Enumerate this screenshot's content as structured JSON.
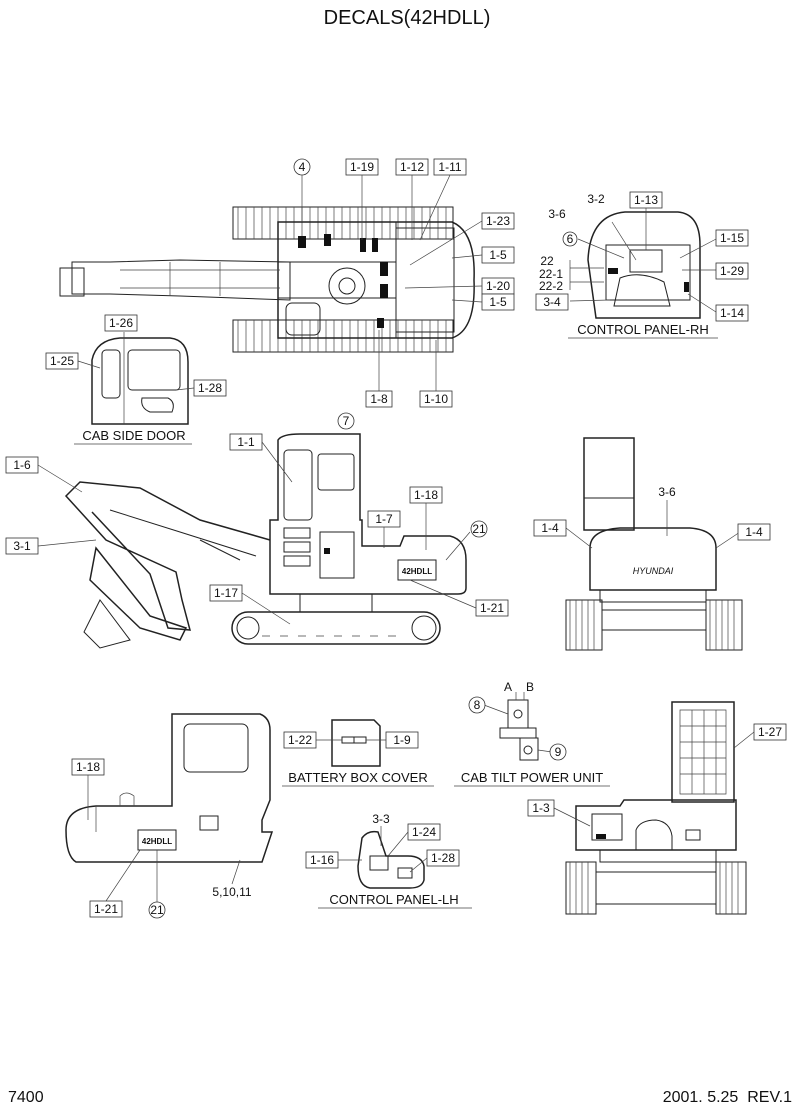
{
  "title": "DECALS(42HDLL)",
  "page_number": "7400",
  "revision": "2001. 5.25  REV.1",
  "captions": {
    "control_panel_rh": "CONTROL PANEL-RH",
    "cab_side_door": "CAB SIDE DOOR",
    "battery_box_cover": "BATTERY BOX COVER",
    "cab_tilt_power_unit": "CAB TILT POWER UNIT",
    "control_panel_lh": "CONTROL PANEL-LH"
  },
  "top_view": {
    "circle_4": "4",
    "l_1_19": "1-19",
    "l_1_12": "1-12",
    "l_1_11": "1-11",
    "l_1_23": "1-23",
    "l_1_5a": "1-5",
    "l_1_20": "1-20",
    "l_1_5b": "1-5",
    "l_1_8": "1-8",
    "l_1_10": "1-10"
  },
  "control_panel_rh": {
    "l_3_2": "3-2",
    "l_1_13": "1-13",
    "l_3_6": "3-6",
    "circle_6": "6",
    "l_1_15": "1-15",
    "l_22": "22",
    "l_22_1": "22-1",
    "l_22_2": "22-2",
    "l_1_29": "1-29",
    "l_3_4": "3-4",
    "l_1_14": "1-14"
  },
  "cab_side_door": {
    "l_1_26": "1-26",
    "l_1_25": "1-25",
    "l_1_28": "1-28"
  },
  "side_view": {
    "circle_7": "7",
    "l_1_1": "1-1",
    "l_1_6": "1-6",
    "l_1_18": "1-18",
    "l_1_7": "1-7",
    "circle_21": "21",
    "l_3_1": "3-1",
    "l_1_17": "1-17",
    "l_1_21": "1-21",
    "model_mark": "42HDLL"
  },
  "rear_view": {
    "l_3_6": "3-6",
    "l_1_4a": "1-4",
    "l_1_4b": "1-4",
    "brand": "HYUNDAI"
  },
  "cab_rear_view": {
    "l_1_18": "1-18",
    "l_1_21": "1-21",
    "circle_21": "21",
    "l_5_10_11": "5,10,11",
    "model_mark": "42HDLL"
  },
  "battery_box": {
    "l_1_22": "1-22",
    "l_1_9": "1-9"
  },
  "cab_tilt": {
    "l_a": "A",
    "l_b": "B",
    "circle_8": "8",
    "circle_9": "9"
  },
  "control_panel_lh": {
    "l_3_3": "3-3",
    "l_1_24": "1-24",
    "l_1_16": "1-16",
    "l_1_28": "1-28"
  },
  "front_view": {
    "l_1_27": "1-27",
    "l_1_3": "1-3"
  }
}
